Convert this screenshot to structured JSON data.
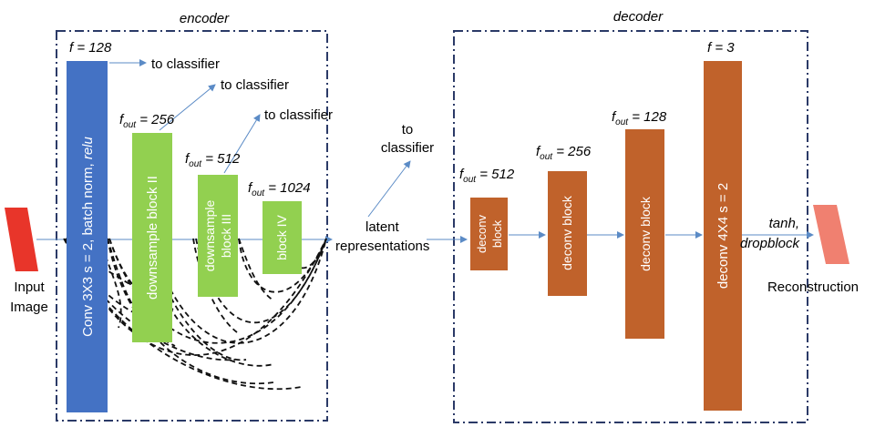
{
  "encoder": {
    "title": "encoder",
    "f_label": "f = 128",
    "to_classifier_1": "to classifier",
    "to_classifier_2": "to classifier",
    "to_classifier_3": "to classifier",
    "fout_256": {
      "prefix": "f",
      "sub": "out",
      "suffix": " = 256"
    },
    "fout_512": {
      "prefix": "f",
      "sub": "out",
      "suffix": " = 512"
    },
    "fout_1024": {
      "prefix": "f",
      "sub": "out",
      "suffix": " = 1024"
    },
    "conv_block": {
      "text": "Conv 3X3 s = 2, batch norm, ",
      "ital": "relu"
    },
    "block_ii": "downsample block II",
    "block_iii_line1": "downsample",
    "block_iii_line2": "block III",
    "block_iv": "block IV"
  },
  "input": {
    "line1": "Input",
    "line2": "Image"
  },
  "latent": {
    "to_line1": "to",
    "to_line2": "classifier",
    "line1": "latent",
    "line2": "representations"
  },
  "decoder": {
    "title": "decoder",
    "f_label": "f = 3",
    "fout_512": {
      "prefix": "f",
      "sub": "out",
      "suffix": " = 512"
    },
    "fout_256": {
      "prefix": "f",
      "sub": "out",
      "suffix": " = 256"
    },
    "fout_128": {
      "prefix": "f",
      "sub": "out",
      "suffix": " = 128"
    },
    "deconv_small_line1": "deconv",
    "deconv_small_line2": "block",
    "deconv_block_1": "deconv block",
    "deconv_block_2": "deconv block",
    "deconv_final": "deconv 4X4 s = 2",
    "activation_line1": "tanh,",
    "activation_line2": "dropblock"
  },
  "output": {
    "label": "Reconstruction"
  },
  "colors": {
    "input_red": "#e8352a",
    "encoder_blue": "#4472c4",
    "block_green": "#92d050",
    "deconv_orange": "#c0622b",
    "output_salmon": "#f08070",
    "frame_navy": "#2b3a67",
    "arrow_blue": "#5b8bc6"
  }
}
